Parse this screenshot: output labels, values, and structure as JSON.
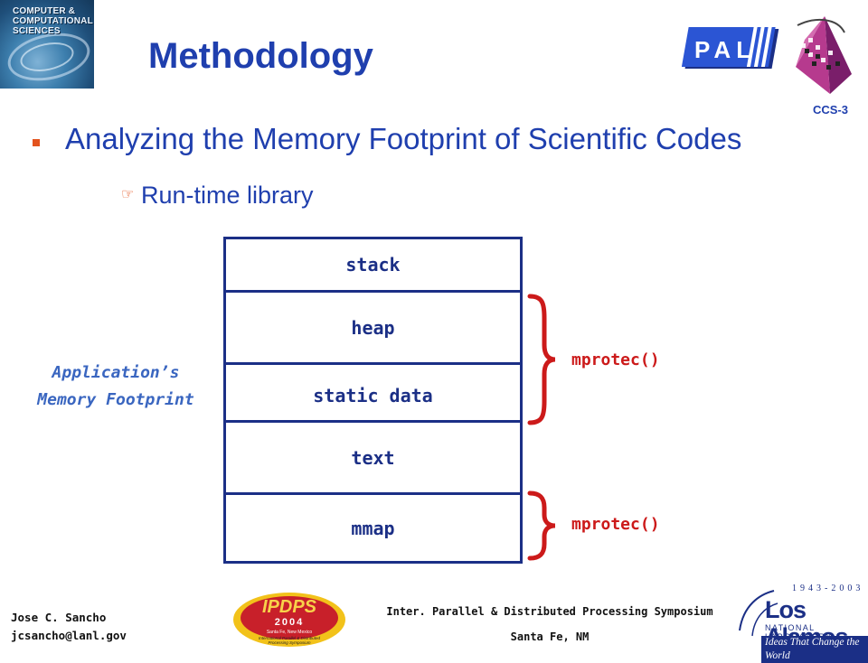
{
  "logo_ccs": {
    "line1": "COMPUTER &",
    "line2": "COMPUTATIONAL",
    "line3": "SCIENCES"
  },
  "header": {
    "title": "Methodology",
    "pal_logo": "PAL",
    "ccs_label": "CCS-3"
  },
  "bullets": {
    "main": "Analyzing the Memory Footprint of Scientific Codes",
    "sub": "Run-time library"
  },
  "diagram": {
    "side_label": [
      "Application’s",
      "Memory Footprint"
    ],
    "segments": [
      "stack",
      "heap",
      "static data",
      "text",
      "mmap"
    ],
    "brace_labels": [
      "mprotec()",
      "mprotec()"
    ]
  },
  "footer": {
    "presenter_name": "Jose C. Sancho",
    "presenter_email": "jcsancho@lanl.gov",
    "conference": "Inter. Parallel & Distributed Processing Symposium",
    "location": "Santa Fe, NM",
    "ipdps": {
      "name": "IPDPS",
      "year": "2004",
      "place": "Santa Fe, New Mexico",
      "line1": "International Parallel & Distributed",
      "line2": "Processing Symposium"
    },
    "lanl": {
      "years": "1943-2003",
      "name": "Los Alamos",
      "sub": "NATIONAL LABORATORY",
      "tagline": "Ideas That Change the World"
    }
  },
  "colors": {
    "title_blue": "#1f3fae",
    "diagram_navy": "#1b2f86",
    "brace_red": "#cc1a1a",
    "bullet_orange": "#e3531e"
  }
}
